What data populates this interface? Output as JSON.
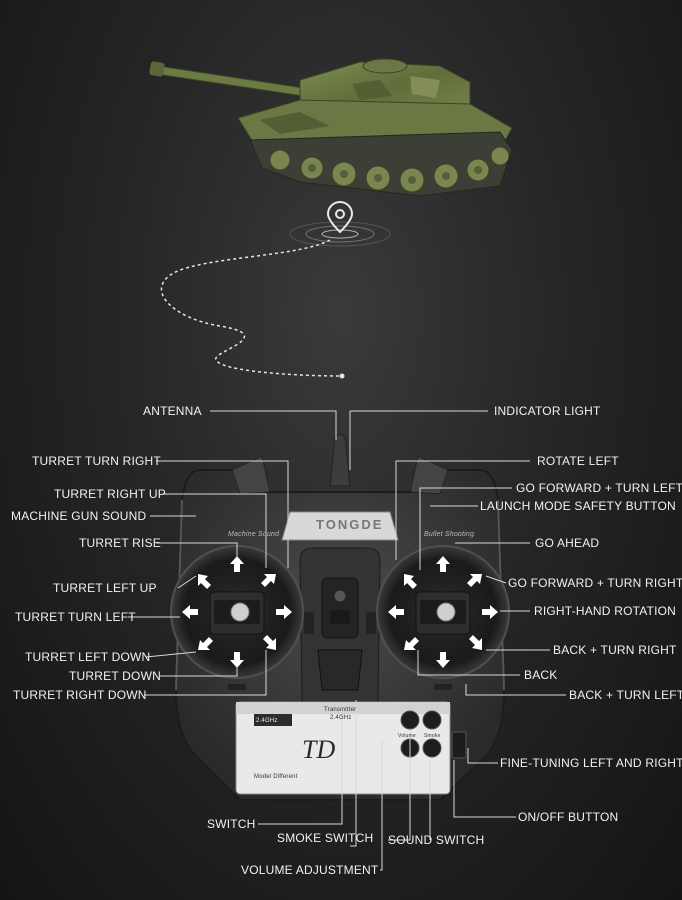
{
  "labels": {
    "antenna": "ANTENNA",
    "indicator_light": "INDICATOR LIGHT",
    "turret_turn_right": "TURRET TURN RIGHT",
    "rotate_left": "ROTATE LEFT",
    "turret_right_up": "TURRET RIGHT UP",
    "go_forward_turn_left": "GO FORWARD + TURN LEFT",
    "launch_mode_safety_button": "LAUNCH MODE SAFETY BUTTON",
    "machine_gun_sound": "MACHINE GUN SOUND",
    "turret_rise": "TURRET RISE",
    "go_ahead": "GO AHEAD",
    "turret_left_up": "TURRET LEFT UP",
    "go_forward_turn_right": "GO FORWARD + TURN RIGHT",
    "turret_turn_left": "TURRET TURN LEFT",
    "right_hand_rotation": "RIGHT-HAND ROTATION",
    "turret_left_down": "TURRET LEFT DOWN",
    "back_turn_right": "BACK + TURN RIGHT",
    "turret_down": "TURRET DOWN",
    "back": "BACK",
    "turret_right_down": "TURRET RIGHT DOWN",
    "back_turn_left": "BACK + TURN LEFT",
    "fine_tuning": "FINE-TUNING LEFT AND RIGHT",
    "on_off_button": "ON/OFF BUTTON",
    "switch": "SWITCH",
    "smoke_switch": "SMOKE SWITCH",
    "sound_switch": "SOUND SWITCH",
    "volume_adjustment": "VOLUME ADJUSTMENT"
  },
  "device": {
    "brand": "TONGDE",
    "left_panel_text": "Machine Sound",
    "right_panel_text": "Bullet Shooting",
    "freq_badge": "2.4GHz",
    "transmitter_label": "Transmitter",
    "transmitter_freq": "2.4GHz",
    "model_text": "Model Different",
    "volume_text": "Volume",
    "smoke_text": "Smoke"
  },
  "colors": {
    "background": "#1e1e1e",
    "label_text": "#f2f2f2",
    "leader_line": "#d8d8d8",
    "tank_green": "#6f7f45",
    "controller_body": "#3a3a3a"
  }
}
